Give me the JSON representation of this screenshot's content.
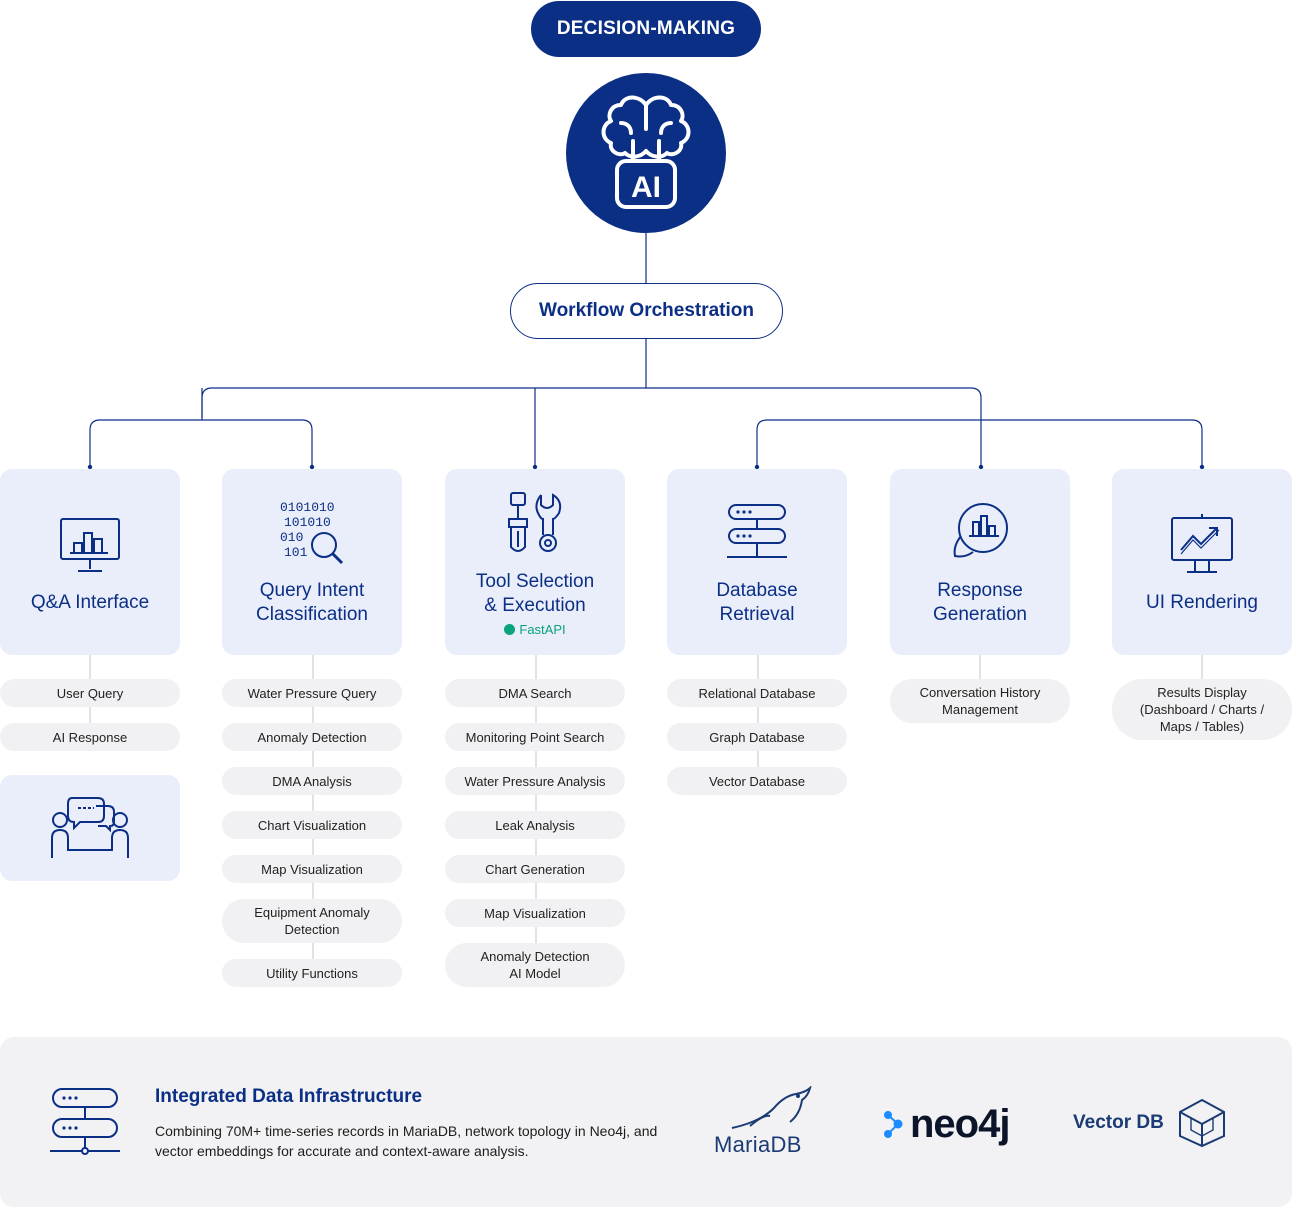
{
  "top": {
    "title": "DECISION-MAKING",
    "ai_label": "AI"
  },
  "workflow": {
    "label": "Workflow Orchestration"
  },
  "cards": [
    {
      "label": "Q&A Interface",
      "icon": "monitor-chart-icon"
    },
    {
      "label": "Query Intent\nClassification",
      "icon": "binary-search-icon"
    },
    {
      "label": "Tool Selection\n& Execution",
      "icon": "tools-icon",
      "sub": "FastAPI"
    },
    {
      "label": "Database\nRetrieval",
      "icon": "server-stack-icon"
    },
    {
      "label": "Response\nGeneration",
      "icon": "chat-chart-icon"
    },
    {
      "label": "UI Rendering",
      "icon": "trend-monitor-icon"
    }
  ],
  "qa": {
    "items": [
      "User Query",
      "AI Response"
    ],
    "extra_icon": "conversation-icon"
  },
  "intent": {
    "items": [
      "Water Pressure Query",
      "Anomaly Detection",
      "DMA Analysis",
      "Chart Visualization",
      "Map Visualization",
      "Equipment Anomaly\nDetection",
      "Utility Functions"
    ]
  },
  "tools": {
    "items": [
      "DMA Search",
      "Monitoring Point Search",
      "Water Pressure Analysis",
      "Leak Analysis",
      "Chart Generation",
      "Map Visualization",
      "Anomaly Detection\nAI Model"
    ]
  },
  "db": {
    "items": [
      "Relational Database",
      "Graph Database",
      "Vector Database"
    ]
  },
  "response": {
    "items": [
      "Conversation History\nManagement"
    ]
  },
  "ui": {
    "items": [
      "Results Display\n(Dashboard / Charts /\nMaps / Tables)"
    ]
  },
  "infra": {
    "title": "Integrated Data Infrastructure",
    "desc": "Combining 70M+ time-series records in MariaDB, network topology in Neo4j, and vector embeddings for accurate and context-aware analysis.",
    "logos": [
      "MariaDB",
      "neo4j",
      "Vector DB"
    ]
  },
  "colors": {
    "navy": "#0c2f86",
    "card_bg": "#e9eefa",
    "chip_bg": "#f1f1f3",
    "fastapi": "#0aa27f"
  }
}
